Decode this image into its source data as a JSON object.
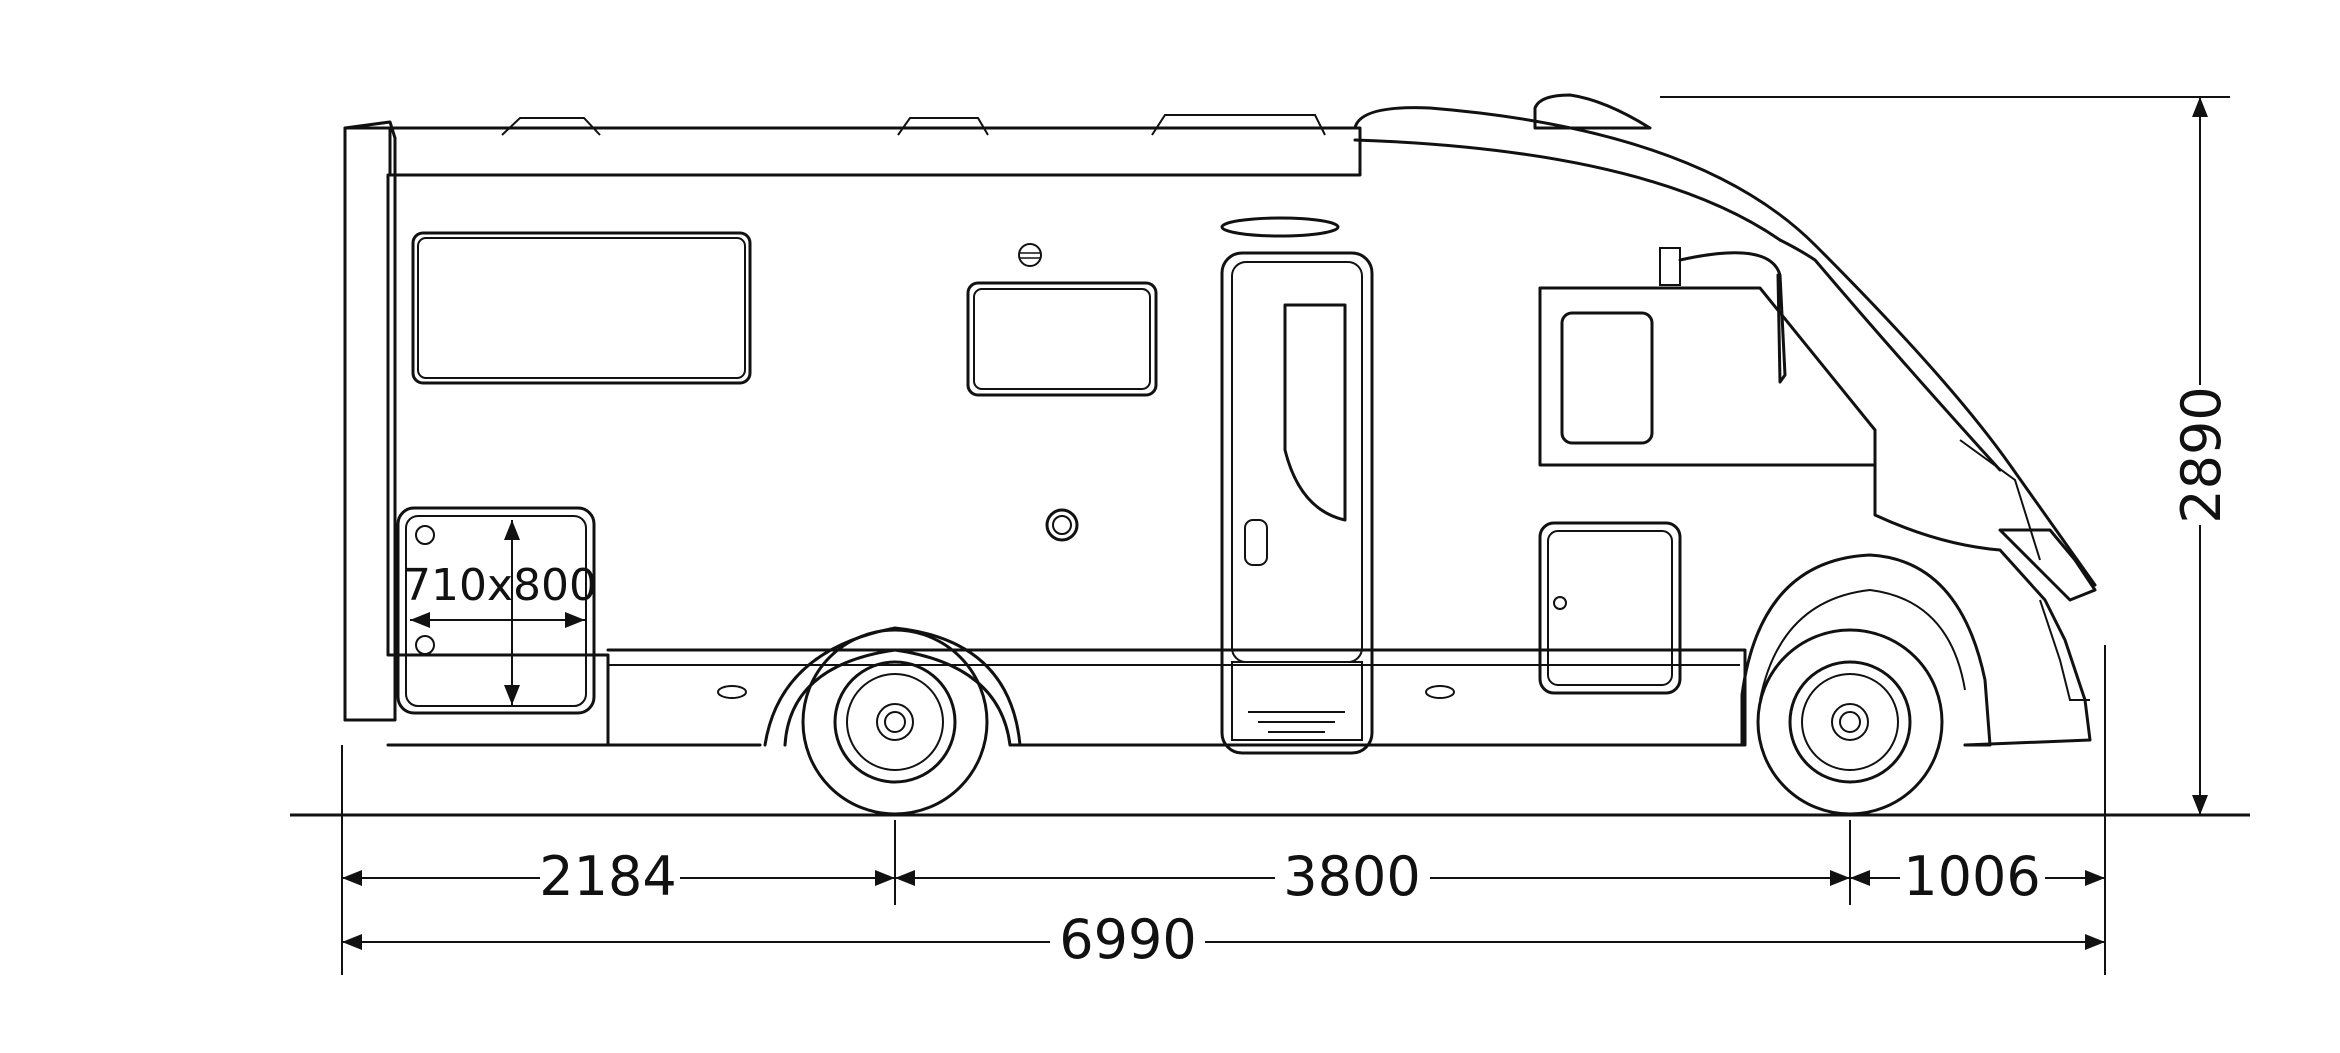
{
  "drawing": {
    "hatch_label": "710x800",
    "dimensions": {
      "rear_overhang": "2184",
      "wheelbase": "3800",
      "front_overhang": "1006",
      "overall_length": "6990",
      "overall_height": "2890"
    }
  }
}
